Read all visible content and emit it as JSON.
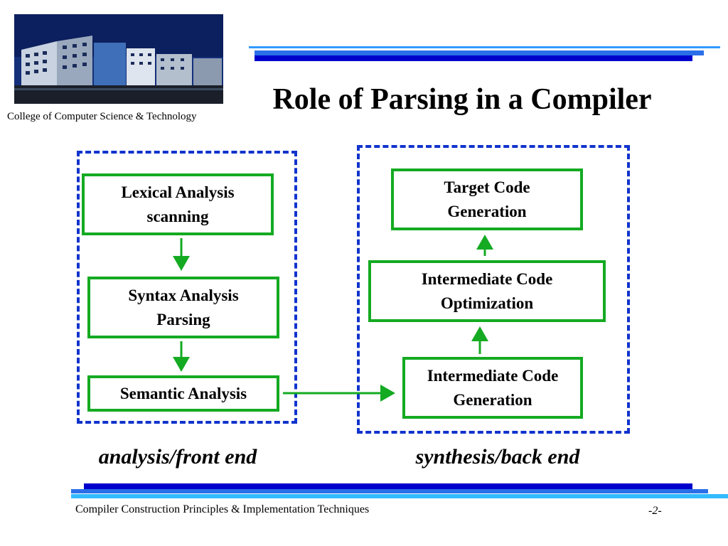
{
  "header": {
    "college": "College of Computer Science & Technology",
    "title": "Role of Parsing in a Compiler"
  },
  "diagram": {
    "front_end": {
      "boxes": [
        {
          "line1": "Lexical Analysis",
          "line2": "scanning"
        },
        {
          "line1": "Syntax Analysis",
          "line2": "Parsing"
        },
        {
          "line1": "Semantic Analysis",
          "line2": ""
        }
      ],
      "caption": "analysis/front end"
    },
    "back_end": {
      "boxes": [
        {
          "line1": "Target Code",
          "line2": "Generation"
        },
        {
          "line1": "Intermediate Code",
          "line2": "Optimization"
        },
        {
          "line1": "Intermediate Code",
          "line2": "Generation"
        }
      ],
      "caption": "synthesis/back end"
    }
  },
  "footer": {
    "course": "Compiler Construction Principles & Implementation Techniques",
    "page": "-2-"
  },
  "colors": {
    "box_border": "#14aa22",
    "group_border": "#1133cc",
    "arrow": "#14aa22",
    "rule_dark": "#0000cc",
    "rule_light": "#33aaff"
  }
}
